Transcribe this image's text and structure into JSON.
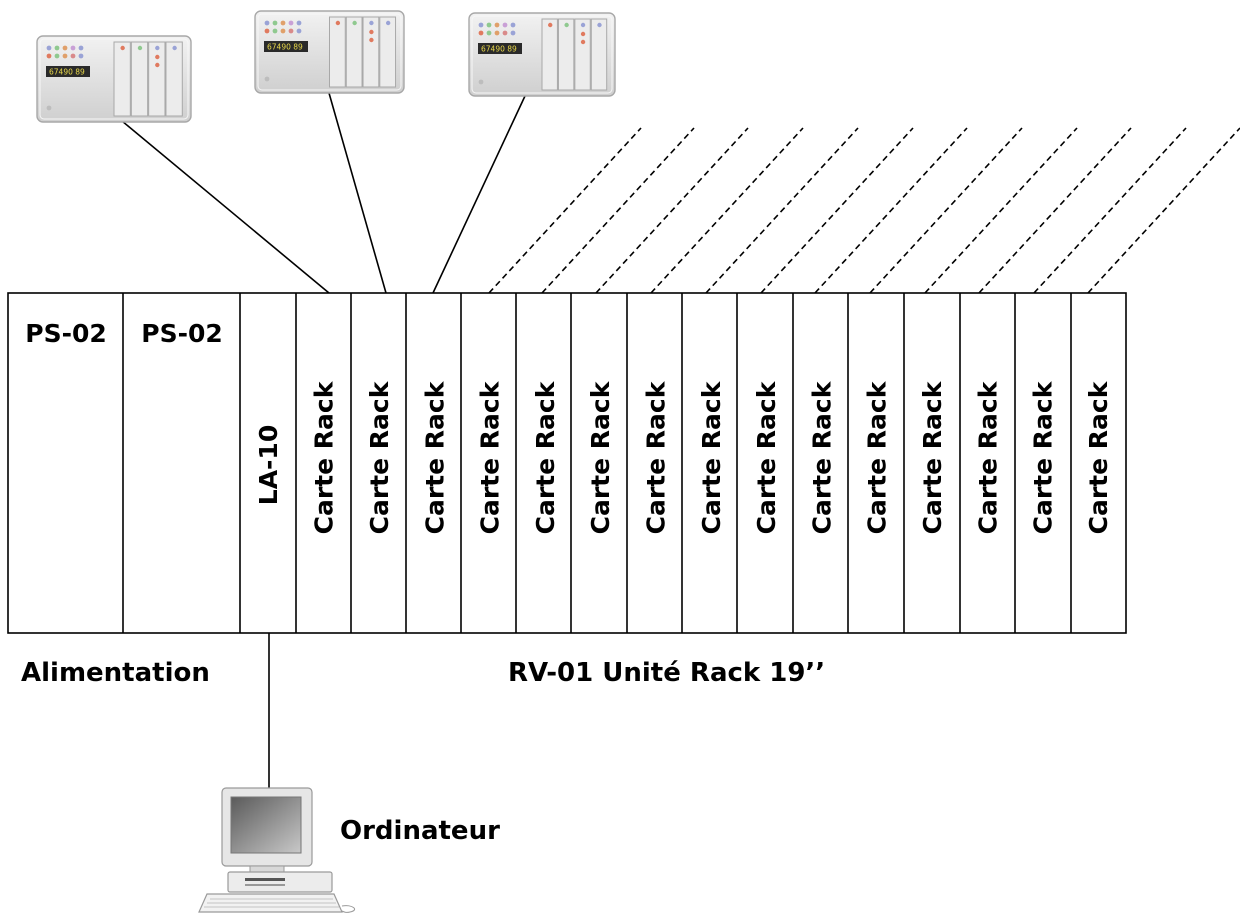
{
  "power_supplies": [
    {
      "label": "PS-02"
    },
    {
      "label": "PS-02"
    }
  ],
  "interface_module": {
    "label": "LA-10"
  },
  "rack_cards": [
    {
      "label": "Carte Rack"
    },
    {
      "label": "Carte Rack"
    },
    {
      "label": "Carte Rack"
    },
    {
      "label": "Carte Rack"
    },
    {
      "label": "Carte Rack"
    },
    {
      "label": "Carte Rack"
    },
    {
      "label": "Carte Rack"
    },
    {
      "label": "Carte Rack"
    },
    {
      "label": "Carte Rack"
    },
    {
      "label": "Carte Rack"
    },
    {
      "label": "Carte Rack"
    },
    {
      "label": "Carte Rack"
    },
    {
      "label": "Carte Rack"
    },
    {
      "label": "Carte Rack"
    },
    {
      "label": "Carte Rack"
    }
  ],
  "labels": {
    "power_section": "Alimentation",
    "rack_unit": "RV-01 Unité Rack 19’’",
    "computer": "Ordinateur"
  },
  "remote_units": [
    {
      "display": "67490 89"
    },
    {
      "display": "67490 89"
    },
    {
      "display": "67490 89"
    }
  ],
  "colors": {
    "line": "#000000",
    "device_body": "#e4e4e4",
    "display_bg": "#2a2a2a",
    "display_text": "#e8d84a"
  }
}
